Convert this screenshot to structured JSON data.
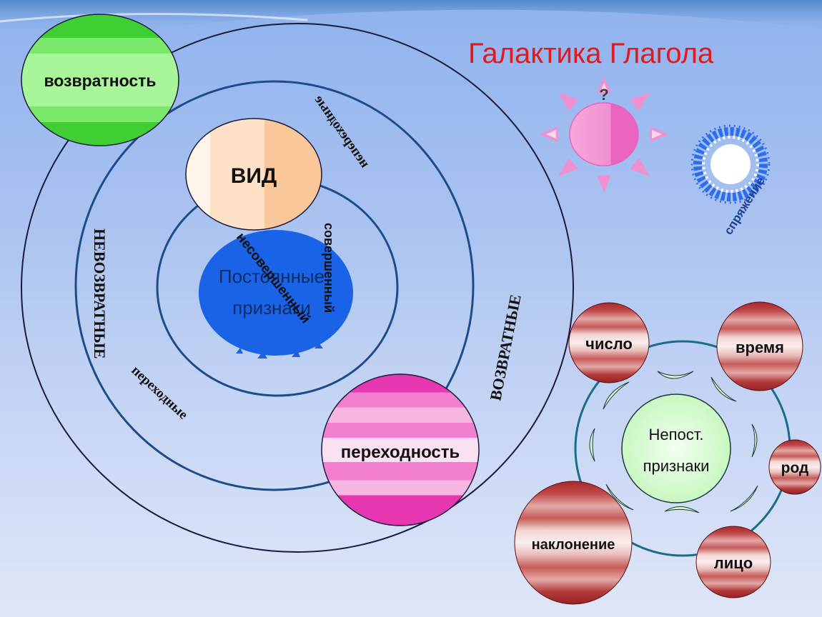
{
  "title": "Галактика Глагола",
  "center_label_line1": "Постоянные",
  "center_label_line2": "признаки",
  "planets": {
    "reflexivity": "возвратность",
    "aspect": "ВИД",
    "transitivity": "переходность"
  },
  "orbit_labels": {
    "non_reflexive": "НЕВОЗВРАТНЫЕ",
    "reflexive": "ВОЗВРАТНЫЕ",
    "transitive": "переходные",
    "intransitive": "непереходные",
    "imperfective": "несовершенный",
    "perfective": "совершенный"
  },
  "sun_mark": "?",
  "snowflake_label": "спряжение",
  "nonconstant": {
    "center_line1": "Непост.",
    "center_line2": "признаки",
    "number": "число",
    "tense": "время",
    "gender": "род",
    "mood": "наклонение",
    "person": "лицо"
  },
  "colors": {
    "title": "#e11b1b",
    "center_blue": "#1a63e6",
    "green_planet": "#44d63a",
    "peach_planet": "#f9c799",
    "pink_planet": "#ea4fb8",
    "red_planets": "#b7393a",
    "sun": "#f07ac8",
    "snowflake": "#2d6ef0"
  }
}
